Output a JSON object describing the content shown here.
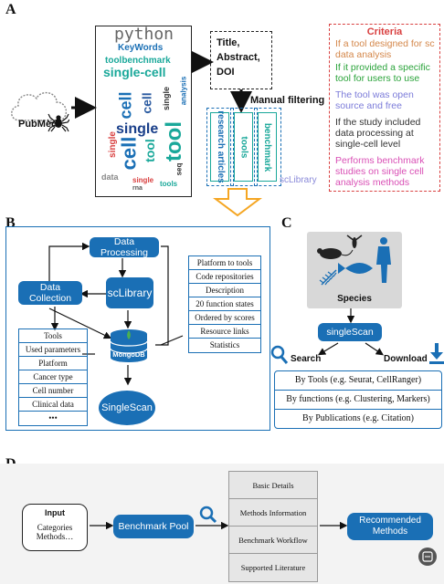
{
  "panels": {
    "a": "A",
    "b": "B",
    "c": "C",
    "d": "D"
  },
  "panel_a": {
    "source": "PubMed",
    "cloud_title": "python",
    "keywords_label": "KeyWords",
    "wordcloud_words": [
      "toolbenchmark",
      "single-cell",
      "cell",
      "cell",
      "single",
      "tool",
      "single",
      "cell",
      "tool",
      "single",
      "analysis",
      "single",
      "data",
      "rna",
      "tools",
      "seq"
    ],
    "dashed_box": [
      "Title,",
      "Abstract,",
      "DOI"
    ],
    "manual_filtering": "Manual filtering",
    "categories": [
      "research articles",
      "tools",
      "benchmark"
    ],
    "library": "scLibrary",
    "criteria_title": "Criteria",
    "criteria": [
      {
        "text": "If a tool designed for sc data analysis",
        "color": "#d4874a"
      },
      {
        "text": "If it provided a specific tool for users to  use",
        "color": "#2aa33a"
      },
      {
        "text": "The tool was open source and free",
        "color": "#7b7bd9"
      },
      {
        "text": "If the study included data processing at single-cell level",
        "color": "#333333"
      },
      {
        "text": "Performs benchmark studies on single cell analysis methods",
        "color": "#d94fb5"
      }
    ]
  },
  "panel_b": {
    "data_processing": "Data Processing",
    "data_collection": "Data Collection",
    "sclibrary": "scLibrary",
    "mongodb": "MongoDB",
    "singlescan": "SingleScan",
    "left_list": [
      "Tools",
      "Used parameters",
      "Platform",
      "Cancer type",
      "Cell number",
      "Clinical data",
      "•••"
    ],
    "right_list": [
      "Platform to tools",
      "Code repositories",
      "Description",
      "20 function states",
      "Ordered by scores",
      "Resource links",
      "Statistics"
    ]
  },
  "panel_c": {
    "species": "Species",
    "singlescan": "singleScan",
    "search": "Search",
    "download": "Download",
    "search_by": [
      "By Tools  (e.g. Seurat, CellRanger)",
      "By functions (e.g. Clustering, Markers)",
      "By Publications (e.g. Citation)"
    ]
  },
  "panel_d": {
    "input_title": "Input",
    "input_items": [
      "Categories",
      "Methods…"
    ],
    "benchmark_pool": "Benchmark Pool",
    "details": [
      "Basic Details",
      "Methods Information",
      "Benchmark Workflow",
      "Supported Literature"
    ],
    "recommended": [
      "Recommended",
      "Methods"
    ]
  },
  "colors": {
    "accent": "#1a6fb5",
    "teal": "#1aa89a",
    "criteria_red": "#d94040",
    "arrow_orange": "#f5a623"
  }
}
